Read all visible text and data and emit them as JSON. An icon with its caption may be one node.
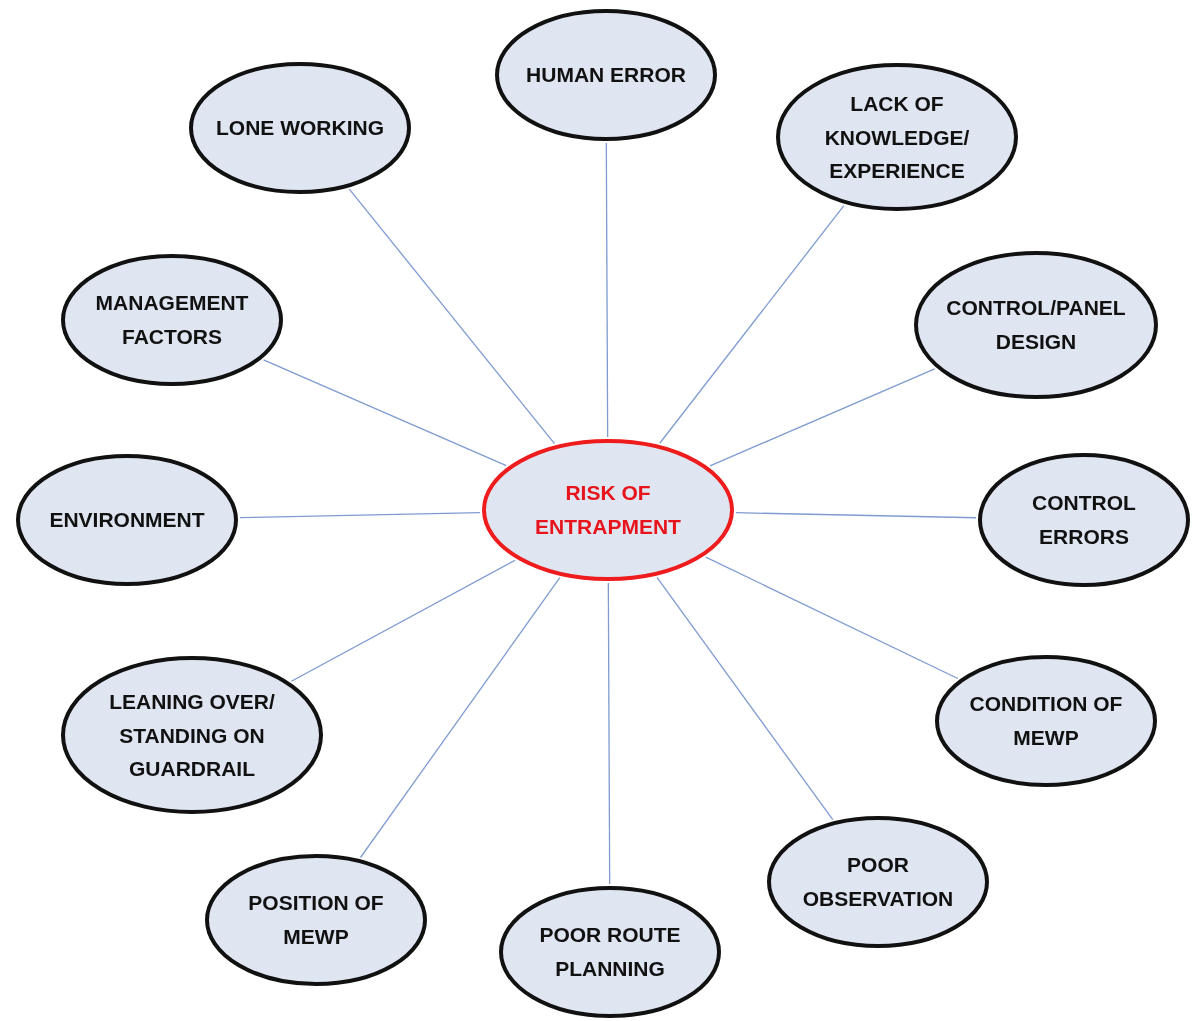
{
  "diagram": {
    "nodes": [
      {
        "text": [
          "RISK OF ENTRAPMENT"
        ]
      },
      {
        "text": [
          "HUMAN ERROR"
        ]
      },
      {
        "text": [
          "LONE WORKING"
        ]
      },
      {
        "text": [
          "LACK OF KNOWLEDGE/ EXPERIENCE"
        ]
      },
      {
        "text": [
          "MANAGEMENT FACTORS"
        ]
      },
      {
        "text": [
          "CONTROL/PANEL DESIGN"
        ]
      },
      {
        "text": [
          "ENVIRONMENT"
        ]
      },
      {
        "text": [
          "CONTROL ERRORS"
        ]
      },
      {
        "text": [
          "CONDITION OF MEWP"
        ]
      },
      {
        "text": [
          "LEANING OVER/ STANDING ON GUARDRAIL"
        ]
      },
      {
        "text": [
          "POOR OBSERVATION"
        ]
      },
      {
        "text": [
          "POSITION OF MEWP"
        ]
      },
      {
        "text": [
          "POOR ROUTE PLANNING"
        ]
      }
    ],
    "edges": [
      {
        "from": 0,
        "to": 1,
        "arrow": "none"
      },
      {
        "from": 0,
        "to": 2,
        "arrow": "none"
      },
      {
        "from": 0,
        "to": 3,
        "arrow": "none"
      },
      {
        "from": 0,
        "to": 4,
        "arrow": "none"
      },
      {
        "from": 0,
        "to": 5,
        "arrow": "none"
      },
      {
        "from": 0,
        "to": 6,
        "arrow": "none"
      },
      {
        "from": 0,
        "to": 7,
        "arrow": "none"
      },
      {
        "from": 0,
        "to": 8,
        "arrow": "none"
      },
      {
        "from": 0,
        "to": 9,
        "arrow": "none"
      },
      {
        "from": 0,
        "to": 10,
        "arrow": "none"
      },
      {
        "from": 0,
        "to": 11,
        "arrow": "none"
      },
      {
        "from": 0,
        "to": 12,
        "arrow": "none"
      }
    ]
  }
}
